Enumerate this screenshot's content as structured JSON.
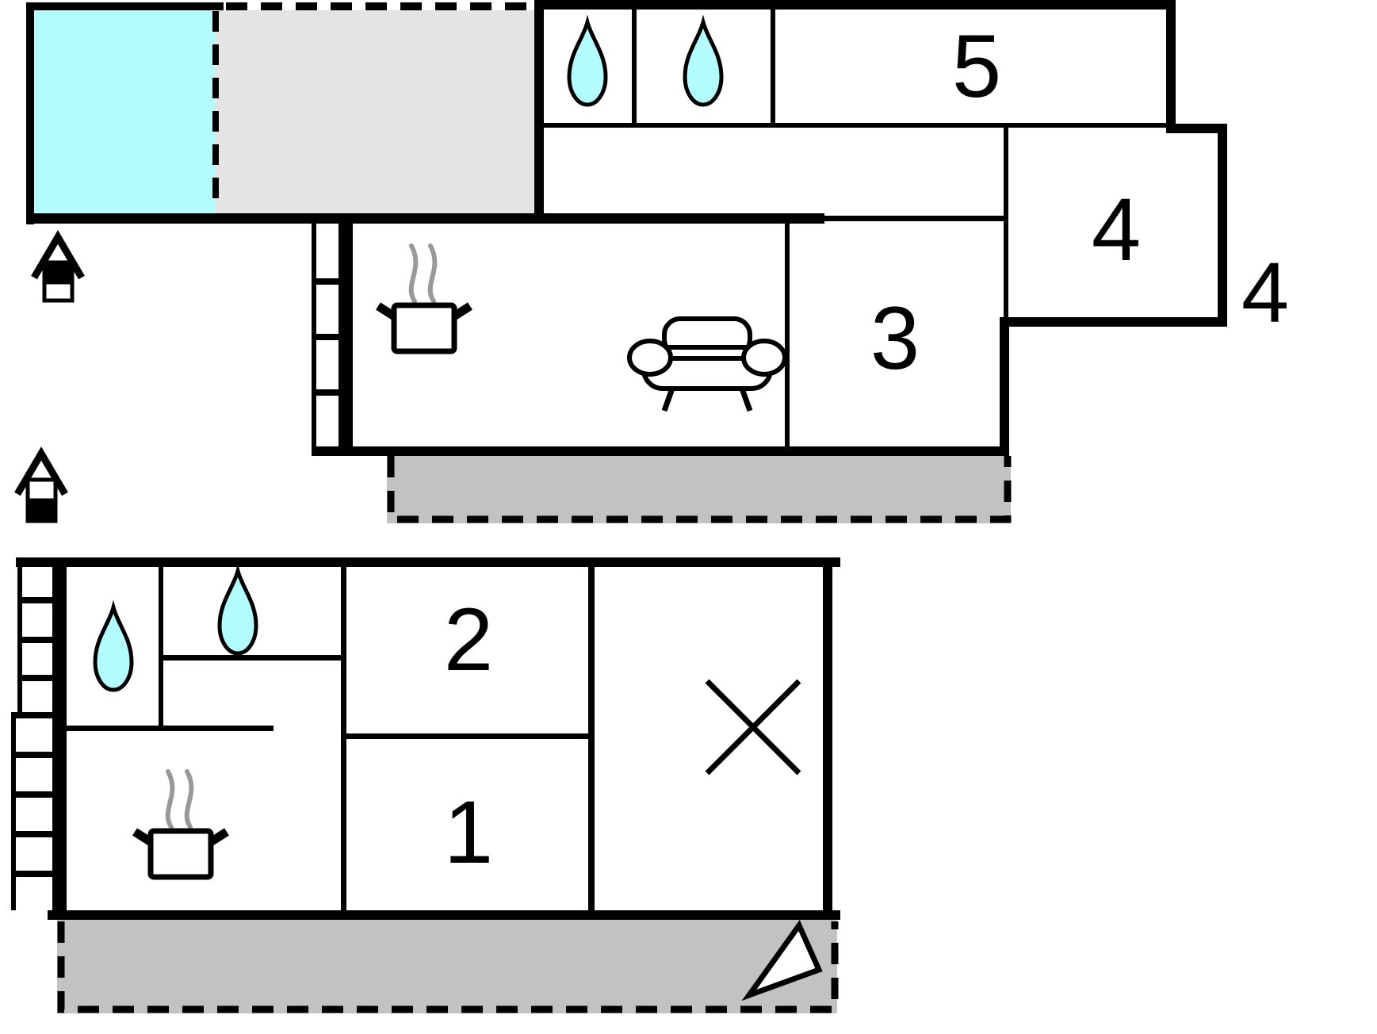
{
  "page": {
    "type": "vacation-home-floor-plan",
    "background": "#ffffff"
  },
  "colors": {
    "water": "#b3fcff",
    "patio": "#e4e4e4",
    "terrace": "#c2c2c2",
    "wall": "#000000",
    "steam": "#999999",
    "room": "#ffffff"
  },
  "labels": {
    "room5": "5",
    "room4": "4",
    "room3": "3",
    "room2": "2",
    "room1": "1",
    "floor_badge": "4"
  },
  "icons": {
    "pool": "pool-water-area",
    "bathroom": "water-drop-icon",
    "kitchen": "cooking-pot-icon",
    "living": "sofa-icon",
    "stairs": "ladder-icon",
    "entrance_upper": "house-entrance-icon-top-band",
    "entrance_lower": "house-entrance-icon-bottom-band",
    "terrace_marker": "north-arrow-icon",
    "closed_room": "x-mark-icon"
  },
  "units": {
    "upper_floor": {
      "rooms_with_water_drop": 2,
      "numbered_rooms": [
        "5",
        "4",
        "3"
      ],
      "features": [
        "pool",
        "patio-dashed",
        "hallway",
        "kitchen-pot",
        "sofa",
        "terrace-dashed",
        "ladder",
        "entrance-icon"
      ]
    },
    "lower_floor": {
      "rooms_with_water_drop": 2,
      "numbered_rooms": [
        "2",
        "1"
      ],
      "features": [
        "kitchen-pot",
        "x-room",
        "terrace-dashed-with-arrow",
        "ladder",
        "entrance-icon"
      ]
    }
  }
}
